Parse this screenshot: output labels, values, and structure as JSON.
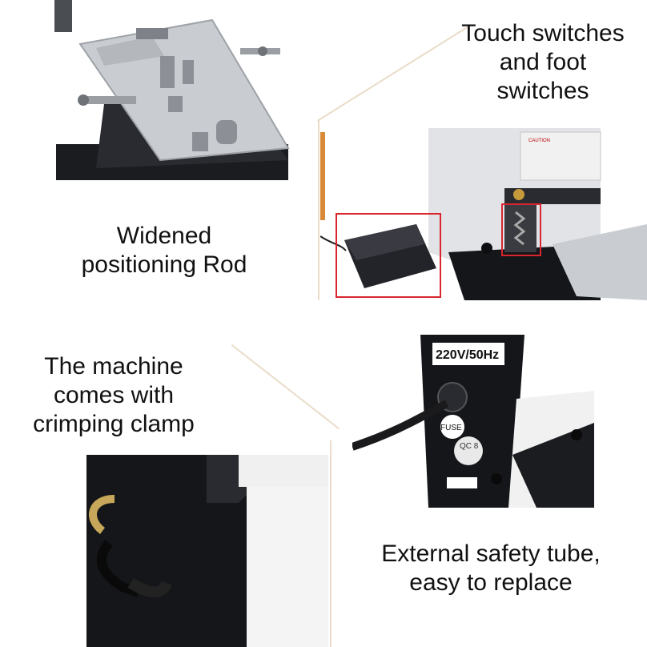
{
  "captions": {
    "top_left": "Widened\npositioning Rod",
    "top_right": "Touch switches\nand foot\nswitches",
    "bottom_left": "The machine\ncomes with\ncrimping clamp",
    "bottom_right": "External safety tube,\neasy to replace"
  },
  "labels": {
    "voltage": "220V/50Hz",
    "fuse": "FUSE",
    "qc": "QC\n8",
    "caution": "CAUTION"
  },
  "colors": {
    "highlight_box": "#d9262e",
    "machine_black": "#15161a",
    "metal": "#c9ccd0",
    "frame_line": "#e9ddc9"
  },
  "icons": {
    "positioning_rod": "positioning-rod-icon",
    "foot_pedal": "foot-pedal-icon",
    "touch_switch": "touch-switch-icon",
    "crimping_clamp": "crimping-clamp-icon",
    "safety_tube": "safety-tube-icon"
  }
}
